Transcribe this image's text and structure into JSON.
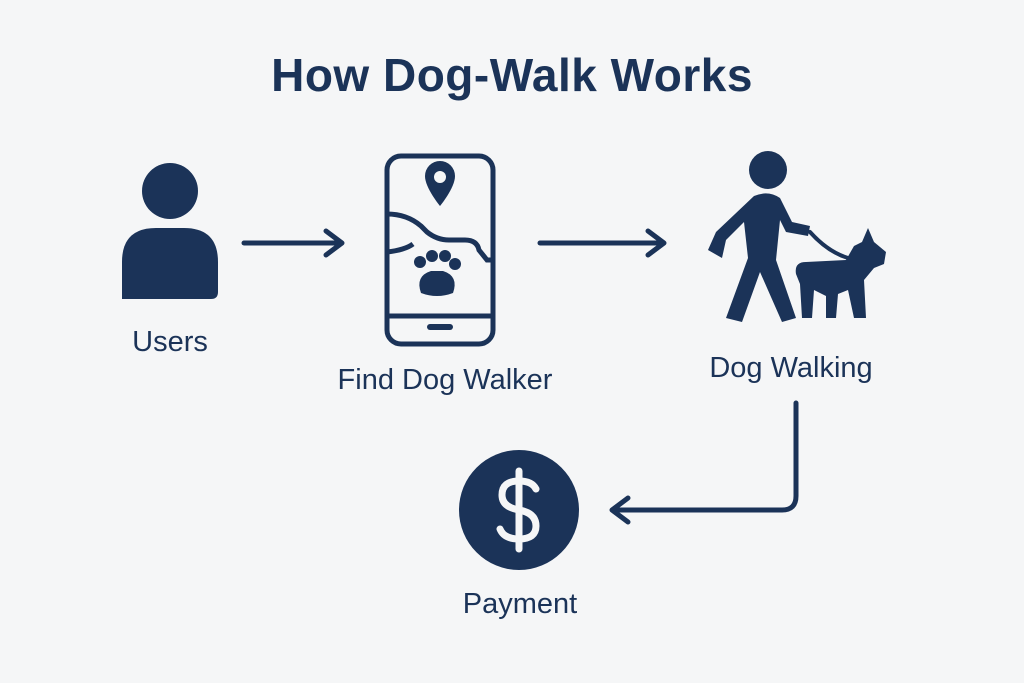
{
  "diagram": {
    "title": "How Dog-Walk Works",
    "colors": {
      "primary": "#1b3358",
      "background": "#f5f6f7"
    },
    "steps": [
      {
        "label": "Users",
        "icon": "user-icon"
      },
      {
        "label": "Find Dog Walker",
        "icon": "phone-map-icon"
      },
      {
        "label": "Dog Walking",
        "icon": "dog-walker-icon"
      },
      {
        "label": "Payment",
        "icon": "dollar-coin-icon"
      }
    ],
    "flow": [
      "Users → Find Dog Walker",
      "Find Dog Walker → Dog Walking",
      "Dog Walking → Payment"
    ]
  }
}
